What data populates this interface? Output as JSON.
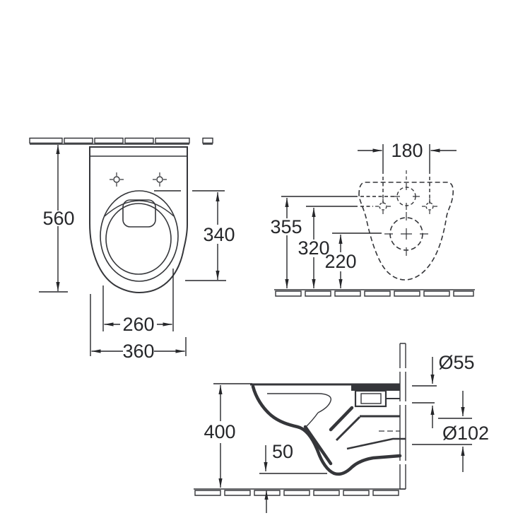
{
  "drawing": {
    "kind": "technical dimension drawing, wall-hung toilet, three views",
    "colors": {
      "background": "#ffffff",
      "line": "#35363a",
      "text": "#26272a"
    },
    "dimensions": {
      "top_view": {
        "overall_depth": "560",
        "seat_opening_length": "340",
        "bowl_inner_width": "260",
        "overall_width": "360"
      },
      "rear_view": {
        "fixing_holes_spacing": "180",
        "water_inlet_height": "355",
        "fixing_holes_height": "320",
        "waste_outlet_height": "220"
      },
      "side_view": {
        "rim_height": "400",
        "bottom_clearance": "50",
        "water_inlet_diameter": "Ø55",
        "waste_outlet_diameter": "Ø102"
      }
    }
  }
}
